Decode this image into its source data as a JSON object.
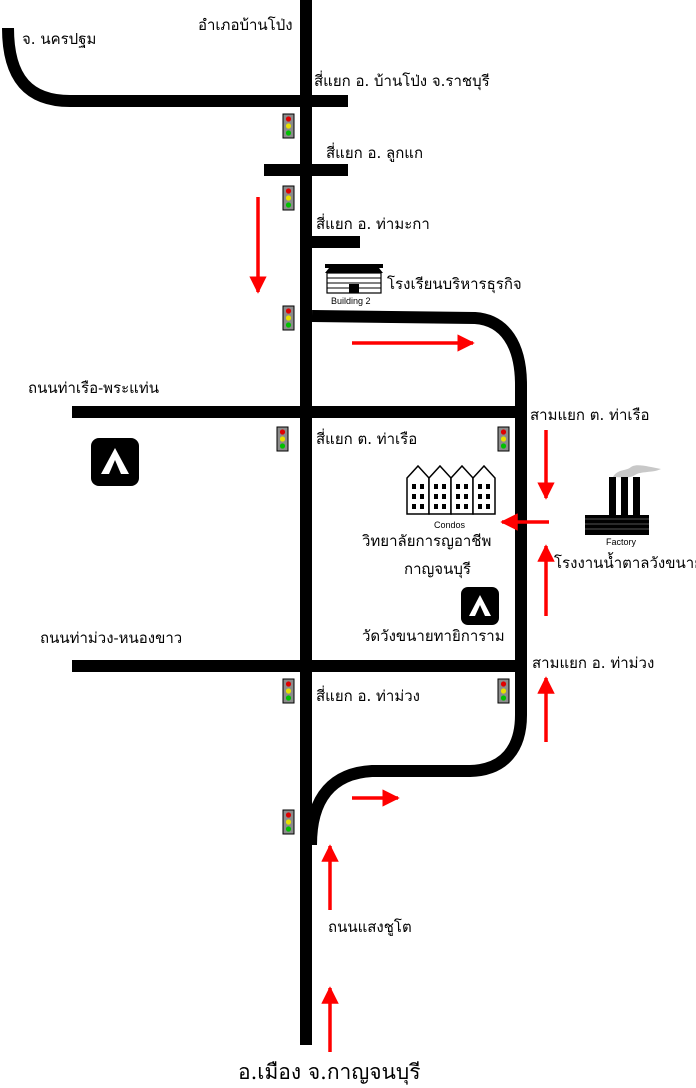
{
  "map": {
    "labels": {
      "north_district": "อำเภอบ้านโป่ง",
      "nakhon_pathom": "จ. นครปฐม",
      "junction_banpong": "สี่แยก อ. บ้านโป่ง จ.ราชบุรี",
      "junction_lukkae": "สี่แยก อ. ลูกแก",
      "junction_thamaka": "สี่แยก อ. ท่ามะกา",
      "business_school": "โรงเรียนบริหารธุรกิจ",
      "road_tharuea_phrathaen": "ถนนท่าเรือ-พระแท่น",
      "junction_tharuea_4way": "สี่แยก ต. ท่าเรือ",
      "junction_tharuea_3way": "สามแยก ต. ท่าเรือ",
      "college_line1": "วิทยาลัยการญอาชีพ",
      "college_line2": "กาญจนบุรี",
      "sugar_factory": "โรงงานน้ำตาลวังขนาย",
      "temple": "วัดวังขนายทายิการาม",
      "road_thamuang_nongkhao": "ถนนท่าม่วง-หนองขาว",
      "junction_thamuang_4way": "สี่แยก อ. ท่าม่วง",
      "junction_thamuang_3way": "สามแยก อ. ท่าม่วง",
      "road_saengchuto": "ถนนแสงชูโต",
      "south_district": "อ.เมือง จ.กาญจนบุรี"
    },
    "icons": {
      "building2_caption": "Building 2",
      "condos_caption": "Condos",
      "factory_caption": "Factory"
    },
    "colors": {
      "road": "#000000",
      "arrow": "#ff0000",
      "signal_housing": "#8c8c8c"
    }
  }
}
